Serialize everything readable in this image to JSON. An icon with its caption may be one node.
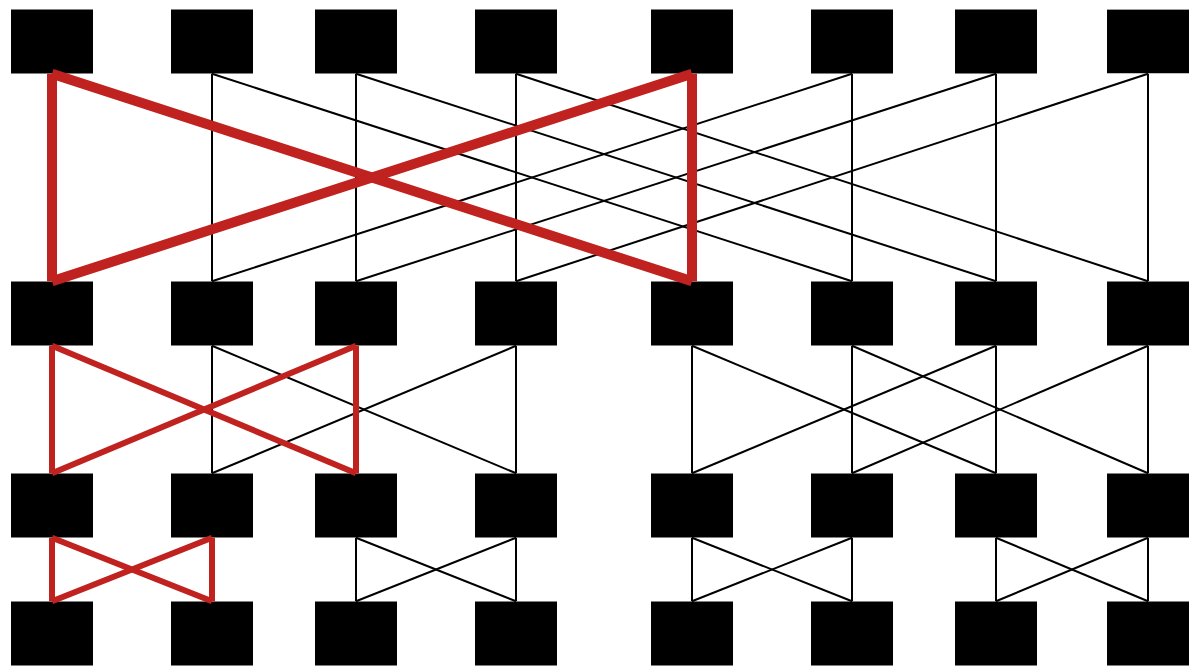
{
  "diagram": {
    "nodes": [
      {
        "text": [],
        "shape": "box"
      },
      {
        "text": [],
        "shape": "box"
      },
      {
        "text": [],
        "shape": "box"
      },
      {
        "text": [],
        "shape": "box"
      },
      {
        "text": [],
        "shape": "box"
      },
      {
        "text": [],
        "shape": "box"
      },
      {
        "text": [],
        "shape": "box"
      },
      {
        "text": [],
        "shape": "box"
      },
      {
        "text": [],
        "shape": "box"
      },
      {
        "text": [],
        "shape": "box"
      },
      {
        "text": [],
        "shape": "box"
      },
      {
        "text": [],
        "shape": "box"
      },
      {
        "text": [],
        "shape": "box"
      },
      {
        "text": [],
        "shape": "box"
      },
      {
        "text": [],
        "shape": "box"
      },
      {
        "text": [],
        "shape": "box"
      },
      {
        "text": [],
        "shape": "box"
      },
      {
        "text": [],
        "shape": "box"
      },
      {
        "text": [],
        "shape": "box"
      },
      {
        "text": [],
        "shape": "box"
      },
      {
        "text": [],
        "shape": "box"
      },
      {
        "text": [],
        "shape": "box"
      },
      {
        "text": [],
        "shape": "box"
      },
      {
        "text": [],
        "shape": "box"
      },
      {
        "text": [],
        "shape": "box"
      },
      {
        "text": [],
        "shape": "box"
      },
      {
        "text": [],
        "shape": "box"
      },
      {
        "text": [],
        "shape": "box"
      },
      {
        "text": [],
        "shape": "box"
      },
      {
        "text": [],
        "shape": "box"
      },
      {
        "text": [],
        "shape": "box"
      },
      {
        "text": [],
        "shape": "box"
      }
    ],
    "edges": [
      {
        "from": 0,
        "to": 8,
        "arrow": "none",
        "style": "thick",
        "color": "#c0221f"
      },
      {
        "from": 0,
        "to": 12,
        "arrow": "none",
        "style": "thick",
        "color": "#c0221f"
      },
      {
        "from": 1,
        "to": 9,
        "arrow": "none"
      },
      {
        "from": 1,
        "to": 13,
        "arrow": "none"
      },
      {
        "from": 2,
        "to": 10,
        "arrow": "none"
      },
      {
        "from": 2,
        "to": 14,
        "arrow": "none"
      },
      {
        "from": 3,
        "to": 11,
        "arrow": "none"
      },
      {
        "from": 3,
        "to": 15,
        "arrow": "none"
      },
      {
        "from": 4,
        "to": 12,
        "arrow": "none",
        "style": "thick",
        "color": "#c0221f"
      },
      {
        "from": 4,
        "to": 8,
        "arrow": "none",
        "style": "thick",
        "color": "#c0221f"
      },
      {
        "from": 5,
        "to": 13,
        "arrow": "none"
      },
      {
        "from": 5,
        "to": 9,
        "arrow": "none"
      },
      {
        "from": 6,
        "to": 14,
        "arrow": "none"
      },
      {
        "from": 6,
        "to": 10,
        "arrow": "none"
      },
      {
        "from": 7,
        "to": 15,
        "arrow": "none"
      },
      {
        "from": 7,
        "to": 11,
        "arrow": "none"
      },
      {
        "from": 8,
        "to": 16,
        "arrow": "none",
        "style": "thick",
        "color": "#c0221f"
      },
      {
        "from": 8,
        "to": 18,
        "arrow": "none",
        "style": "thick",
        "color": "#c0221f"
      },
      {
        "from": 9,
        "to": 17,
        "arrow": "none"
      },
      {
        "from": 9,
        "to": 19,
        "arrow": "none"
      },
      {
        "from": 10,
        "to": 18,
        "arrow": "none",
        "style": "thick",
        "color": "#c0221f"
      },
      {
        "from": 10,
        "to": 16,
        "arrow": "none",
        "style": "thick",
        "color": "#c0221f"
      },
      {
        "from": 11,
        "to": 19,
        "arrow": "none"
      },
      {
        "from": 11,
        "to": 17,
        "arrow": "none"
      },
      {
        "from": 12,
        "to": 20,
        "arrow": "none"
      },
      {
        "from": 12,
        "to": 22,
        "arrow": "none"
      },
      {
        "from": 13,
        "to": 21,
        "arrow": "none"
      },
      {
        "from": 13,
        "to": 23,
        "arrow": "none"
      },
      {
        "from": 14,
        "to": 22,
        "arrow": "none"
      },
      {
        "from": 14,
        "to": 20,
        "arrow": "none"
      },
      {
        "from": 15,
        "to": 23,
        "arrow": "none"
      },
      {
        "from": 15,
        "to": 21,
        "arrow": "none"
      },
      {
        "from": 16,
        "to": 24,
        "arrow": "none",
        "style": "thick",
        "color": "#c0221f"
      },
      {
        "from": 16,
        "to": 25,
        "arrow": "none",
        "style": "thick",
        "color": "#c0221f"
      },
      {
        "from": 17,
        "to": 25,
        "arrow": "none",
        "style": "thick",
        "color": "#c0221f"
      },
      {
        "from": 17,
        "to": 24,
        "arrow": "none",
        "style": "thick",
        "color": "#c0221f"
      },
      {
        "from": 18,
        "to": 26,
        "arrow": "none"
      },
      {
        "from": 18,
        "to": 27,
        "arrow": "none"
      },
      {
        "from": 19,
        "to": 27,
        "arrow": "none"
      },
      {
        "from": 19,
        "to": 26,
        "arrow": "none"
      },
      {
        "from": 20,
        "to": 28,
        "arrow": "none"
      },
      {
        "from": 20,
        "to": 29,
        "arrow": "none"
      },
      {
        "from": 21,
        "to": 29,
        "arrow": "none"
      },
      {
        "from": 21,
        "to": 28,
        "arrow": "none"
      },
      {
        "from": 22,
        "to": 30,
        "arrow": "none"
      },
      {
        "from": 22,
        "to": 31,
        "arrow": "none"
      },
      {
        "from": 23,
        "to": 31,
        "arrow": "none"
      },
      {
        "from": 23,
        "to": 30,
        "arrow": "none"
      }
    ]
  }
}
